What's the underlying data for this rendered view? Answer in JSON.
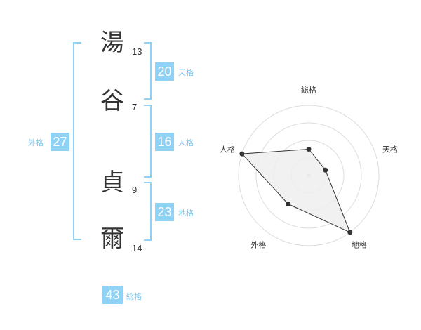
{
  "name": {
    "characters": [
      {
        "char": "湯",
        "strokes": "13"
      },
      {
        "char": "谷",
        "strokes": "7"
      },
      {
        "char": "貞",
        "strokes": "9"
      },
      {
        "char": "爾",
        "strokes": "14"
      }
    ]
  },
  "fortune": {
    "tenkaku": {
      "value": "20",
      "label": "天格"
    },
    "jinkaku": {
      "value": "16",
      "label": "人格"
    },
    "chikaku": {
      "value": "23",
      "label": "地格"
    },
    "gaikaku": {
      "value": "27",
      "label": "外格"
    },
    "soukaku": {
      "value": "43",
      "label": "総格"
    }
  },
  "colors": {
    "accent": "#8fd2f6",
    "accent_text": "#7cc8ee",
    "poly_fill": "#eeeeee",
    "ring": "#dddddd"
  },
  "chart_data": {
    "type": "radar",
    "title": "",
    "axes": [
      "総格",
      "天格",
      "地格",
      "外格",
      "人格"
    ],
    "scale": [
      0,
      4
    ],
    "rings": 4,
    "values": [
      1.5,
      1.0,
      4.0,
      2.0,
      4.0
    ],
    "grid": true,
    "legend": "none"
  }
}
